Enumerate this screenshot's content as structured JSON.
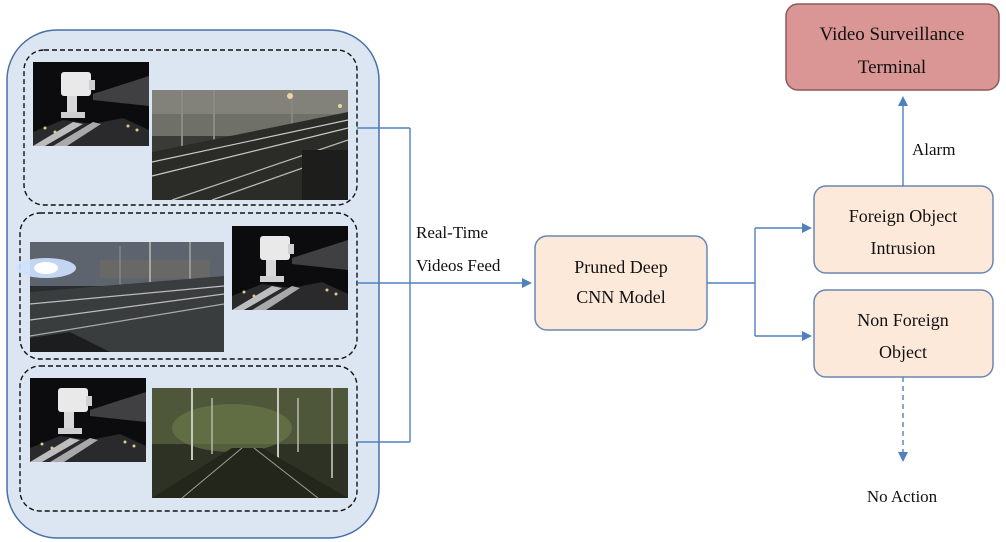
{
  "nodes": {
    "cnn": {
      "line1": "Pruned Deep",
      "line2": "CNN Model"
    },
    "intrusion": {
      "line1": "Foreign Object",
      "line2": "Intrusion"
    },
    "non_foreign": {
      "line1": "Non Foreign",
      "line2": "Object"
    },
    "terminal": {
      "line1": "Video Surveillance",
      "line2": "Terminal"
    }
  },
  "edges": {
    "feed_line1": "Real-Time",
    "feed_line2": "Videos Feed",
    "alarm": "Alarm",
    "no_action": "No Action"
  },
  "colors": {
    "panel_fill": "#dce6f2",
    "panel_stroke": "#4a6fa5",
    "box_fill": "#fde9d9",
    "box_stroke": "#6a86b4",
    "terminal_fill": "#d99694",
    "terminal_stroke": "#8a5a5a",
    "arrow": "#4f81bd"
  },
  "icons": [
    "surveillance-camera-icon",
    "railway-night-scene"
  ]
}
